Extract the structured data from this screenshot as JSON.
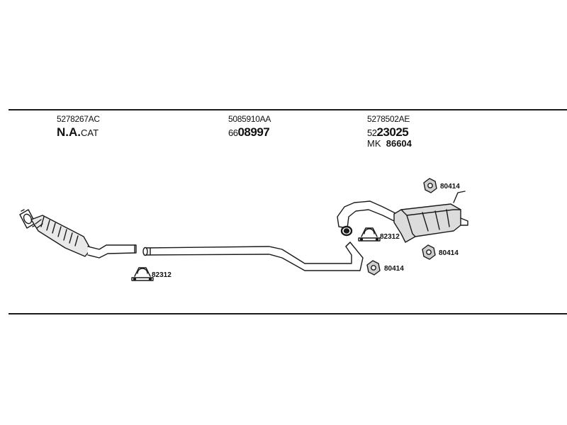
{
  "sections": [
    {
      "code": "5278267AC",
      "name_bold": "N.A.",
      "name_rest": "CAT"
    },
    {
      "code": "5085910AA",
      "prefix": "66",
      "number": "08997"
    },
    {
      "code": "5278502AE",
      "prefix": "52",
      "number": "23025",
      "kit_prefix": "MK",
      "kit_number": "86604"
    }
  ],
  "parts": [
    {
      "label": "82312"
    },
    {
      "label": "82312"
    },
    {
      "label": "80414"
    },
    {
      "label": "80414"
    },
    {
      "label": "80414"
    }
  ]
}
